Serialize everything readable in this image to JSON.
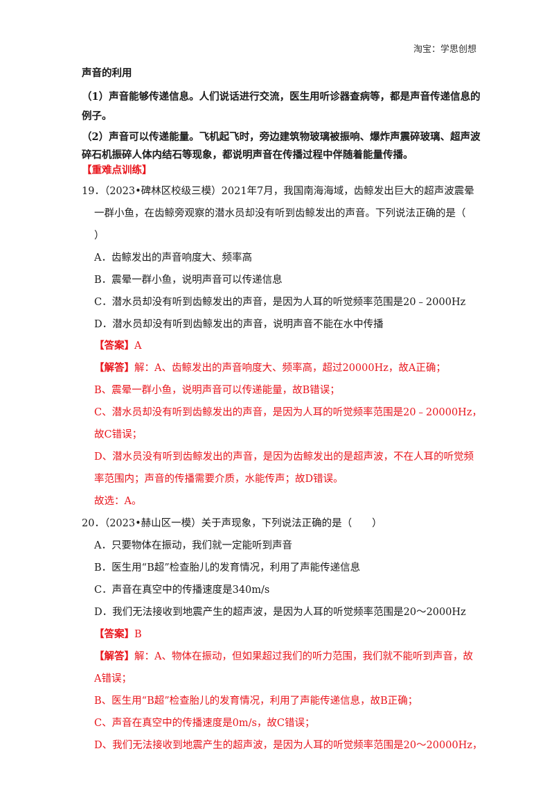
{
  "header": {
    "watermark": "淘宝：学思创想"
  },
  "section": {
    "title": "声音的利用",
    "p1_line1": "（1）声音能够传递信息。人们说话进行交流，医生用听诊器查病等，都是声音传递信息的",
    "p1_line2": "例子。",
    "p2_line1": "（2）声音可以传递能量。飞机起飞时，旁边建筑物玻璃被振响、爆炸声震碎玻璃、超声波",
    "p2_line2": "碎石机振碎人体内结石等现象，都说明声音在传播过程中伴随着能量传播。",
    "training_label": "【重难点训练】"
  },
  "questions": [
    {
      "stem_line1": "19．（2023•碑林区校级三模）2021年7月，我国南海海域，齿鲸发出巨大的超声波震晕",
      "stem_line2": "一群小鱼，在齿鲸旁观察的潜水员却没有听到齿鲸发出的声音。下列说法正确的是（",
      "stem_line3": "）",
      "options": [
        "A．齿鲸发出的声音响度大、频率高",
        "B．震晕一群小鱼，说明声音可以传递信息",
        "C．潜水员却没有听到齿鲸发出的声音，是因为人耳的听觉频率范围是20﹣2000Hz",
        "D．潜水员却没有听到齿鲸发出的声音，说明声音不能在水中传播"
      ],
      "answer_label": "【答案】",
      "answer": "A",
      "explain_label": "【解答】",
      "explain_first": "解：A、齿鲸发出的声音响度大、频率高，超过20000Hz，故A正确；",
      "explain_lines": [
        "B、震晕一群小鱼，说明声音可以传递能量，故B错误；",
        "C、潜水员却没有听到齿鲸发出的声音，是因为人耳的听觉频率范围是20﹣20000Hz，",
        "故C错误；",
        "D、潜水员没有听到齿鲸发出的声音，是因为齿鲸发出的是超声波，不在人耳的听觉频",
        "率范围内；声音的传播需要介质，水能传声；故D错误。"
      ],
      "conclusion": "故选：A。"
    },
    {
      "stem_line1": "20．（2023•赫山区一模）关于声现象，下列说法正确的是（　　）",
      "options": [
        "A．只要物体在振动，我们就一定能听到声音",
        "B．医生用“B超”检查胎儿的发育情况，利用了声能传递信息",
        "C．声音在真空中的传播速度是340m/s",
        "D．我们无法接收到地震产生的超声波，是因为人耳的听觉频率范围是20～2000Hz"
      ],
      "answer_label": "【答案】",
      "answer": "B",
      "explain_label": "【解答】",
      "explain_first": "解：A、物体在振动，但如果超过我们的听力范围，我们就不能听到声音，故",
      "explain_cont": "A错误；",
      "explain_lines": [
        "B、医生用“B超”检查胎儿的发育情况，利用了声能传递信息，故B正确；",
        "C、声音在真空中的传播速度是0m/s，故C错误；",
        "D、我们无法接收到地震产生的超声波，是因为人耳的听觉频率范围是20～20000Hz，"
      ]
    }
  ]
}
